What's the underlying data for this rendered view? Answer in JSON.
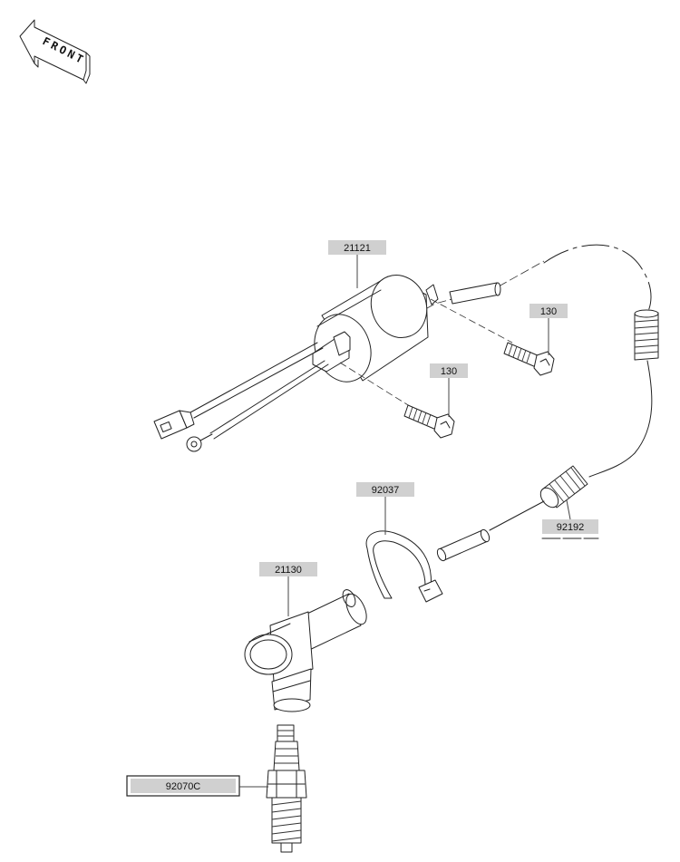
{
  "front_indicator": {
    "text": "FRONT",
    "icon": "arrow-left-icon"
  },
  "parts": [
    {
      "id": "coil",
      "number": "21121"
    },
    {
      "id": "bolt-upper",
      "number": "130"
    },
    {
      "id": "bolt-lower",
      "number": "130"
    },
    {
      "id": "clamp",
      "number": "92037"
    },
    {
      "id": "cap",
      "number": "92192"
    },
    {
      "id": "plug-cap",
      "number": "21130"
    },
    {
      "id": "spark-plug",
      "number": "92070C"
    }
  ],
  "colors": {
    "label_background": "#d0d0d0",
    "line": "#222222",
    "background": "#ffffff"
  }
}
